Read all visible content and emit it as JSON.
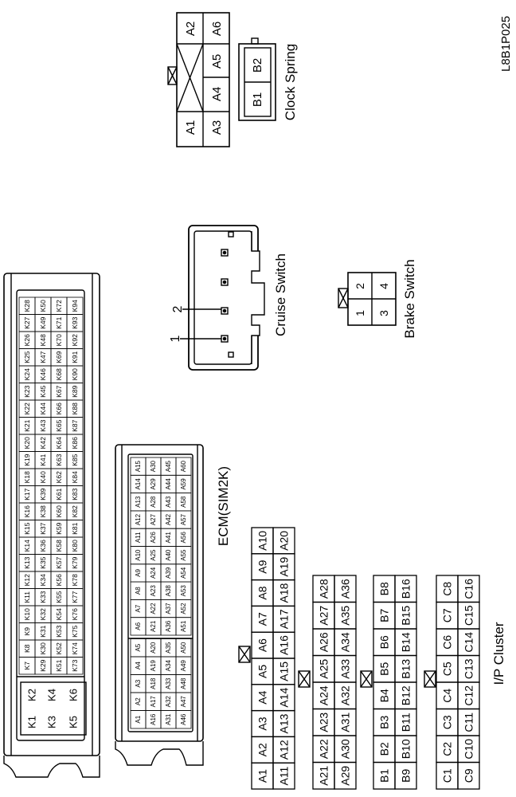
{
  "figure_code": "L8B1P025",
  "labels": {
    "clock_spring": "Clock Spring",
    "cruise_switch": "Cruise Switch",
    "brake_switch": "Brake Switch",
    "ecm": "ECM(SIM2K)",
    "ip_cluster": "I/P Cluster"
  },
  "clock_spring_pins": {
    "left_col": [
      "A1",
      "A3"
    ],
    "right_col": [
      "A2",
      "A6"
    ],
    "mid_top": "A4",
    "mid_bottom": "A5",
    "b_pins": [
      "B1",
      "B2"
    ]
  },
  "cruise_switch_pins": [
    "1",
    "2"
  ],
  "brake_switch_pins": [
    "1",
    "2",
    "3",
    "4"
  ],
  "ecm_k_small": [
    "K1",
    "K2",
    "K3",
    "K4",
    "K5",
    "K6"
  ],
  "ecm_k_rows": [
    [
      "K7",
      "K8",
      "K9",
      "K10",
      "K11",
      "K12",
      "K13",
      "K14",
      "K15",
      "K16",
      "K17",
      "K18",
      "K19",
      "K20",
      "K21",
      "K22",
      "K23",
      "K24",
      "K25",
      "K26",
      "K27",
      "K28"
    ],
    [
      "K29",
      "K30",
      "K31",
      "K32",
      "K33",
      "K34",
      "K35",
      "K36",
      "K37",
      "K38",
      "K39",
      "K40",
      "K41",
      "K42",
      "K43",
      "K44",
      "K45",
      "K46",
      "K47",
      "K48",
      "K49",
      "K50"
    ],
    [
      "K51",
      "K52",
      "K53",
      "K54",
      "K55",
      "K56",
      "K57",
      "K58",
      "K59",
      "K60",
      "K61",
      "K62",
      "K63",
      "K64",
      "K65",
      "K66",
      "K67",
      "K68",
      "K69",
      "K70",
      "K71",
      "K72"
    ],
    [
      "K73",
      "K74",
      "K75",
      "K76",
      "K77",
      "K78",
      "K79",
      "K80",
      "K81",
      "K82",
      "K83",
      "K84",
      "K85",
      "K86",
      "K87",
      "K88",
      "K89",
      "K90",
      "K91",
      "K92",
      "K93",
      "K94"
    ]
  ],
  "ecm_a_left": [
    [
      "A1",
      "A2",
      "A3",
      "A4",
      "A5"
    ],
    [
      "A16",
      "A17",
      "A18",
      "A19",
      "A20"
    ],
    [
      "A31",
      "A32",
      "A33",
      "A34",
      "A35"
    ],
    [
      "A46",
      "A47",
      "A48",
      "A49",
      "A50"
    ]
  ],
  "ecm_a_right": [
    [
      "A6",
      "A7",
      "A8",
      "A9",
      "A10",
      "A11",
      "A12",
      "A13",
      "A14",
      "A15"
    ],
    [
      "A21",
      "A22",
      "A23",
      "A24",
      "A25",
      "A26",
      "A27",
      "A28",
      "A29",
      "A30"
    ],
    [
      "A36",
      "A37",
      "A38",
      "A39",
      "A40",
      "A41",
      "A42",
      "A43",
      "A44",
      "A45"
    ],
    [
      "A51",
      "A52",
      "A53",
      "A54",
      "A55",
      "A56",
      "A57",
      "A58",
      "A59",
      "A60"
    ]
  ],
  "cluster_a1": [
    [
      "A10",
      "A9",
      "A8",
      "A7",
      "A6",
      "A5",
      "A4",
      "A3",
      "A2",
      "A1"
    ],
    [
      "A20",
      "A19",
      "A18",
      "A17",
      "A16",
      "A15",
      "A14",
      "A13",
      "A12",
      "A11"
    ]
  ],
  "cluster_a2": [
    [
      "A28",
      "A27",
      "A26",
      "A25",
      "A24",
      "A23",
      "A22",
      "A21"
    ],
    [
      "A36",
      "A35",
      "A34",
      "A33",
      "A32",
      "A31",
      "A30",
      "A29"
    ]
  ],
  "cluster_b": [
    [
      "B8",
      "B7",
      "B6",
      "B5",
      "B4",
      "B3",
      "B2",
      "B1"
    ],
    [
      "B16",
      "B15",
      "B14",
      "B13",
      "B12",
      "B11",
      "B10",
      "B9"
    ]
  ],
  "cluster_c": [
    [
      "C8",
      "C7",
      "C6",
      "C5",
      "C4",
      "C3",
      "C2",
      "C1"
    ],
    [
      "C16",
      "C15",
      "C14",
      "C13",
      "C12",
      "C11",
      "C10",
      "C9"
    ]
  ]
}
